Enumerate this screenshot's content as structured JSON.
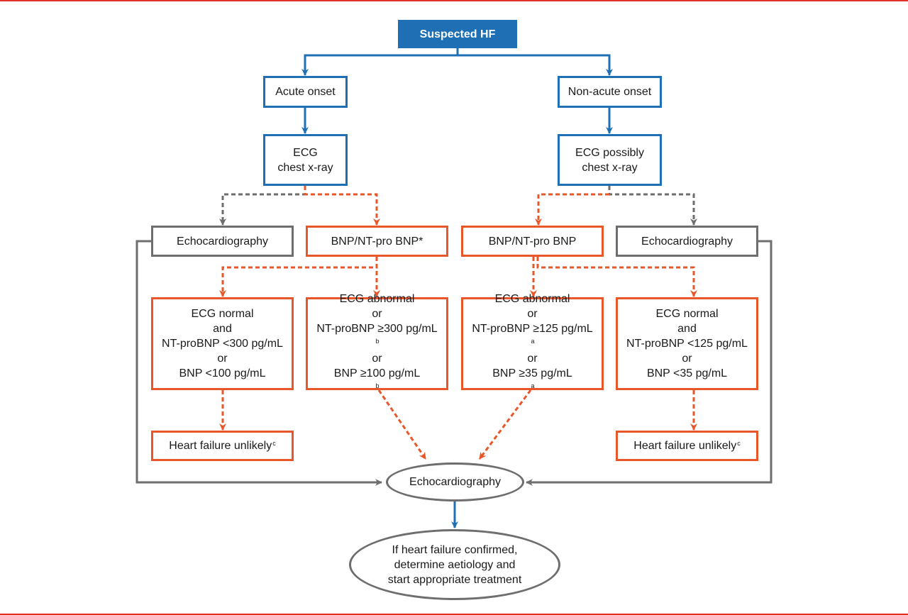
{
  "colors": {
    "blue": "#1f6fb4",
    "orange": "#e8572a",
    "grey": "#6e6e6e",
    "frame": "#e0312b"
  },
  "start": {
    "label": "Suspected HF"
  },
  "acute": {
    "onset": "Acute onset",
    "tests": [
      "ECG",
      "chest x-ray"
    ],
    "echo": "Echocardiography",
    "bnp": "BNP/NT-pro BNP*",
    "normal": [
      "ECG normal",
      "and",
      "NT-proBNP <300 pg/mL",
      "or",
      "BNP <100 pg/mL"
    ],
    "abnormal": [
      "ECG abnormal",
      "or",
      "NT-proBNP ≥300 pg/mL",
      "or",
      "BNP ≥100 pg/mL"
    ],
    "abnormal_sup": "b",
    "unlikely": "Heart failure unlikely",
    "unlikely_sup": "c"
  },
  "nonacute": {
    "onset": "Non-acute onset",
    "tests": [
      "ECG possibly",
      "chest x-ray"
    ],
    "echo": "Echocardiography",
    "bnp": "BNP/NT-pro BNP",
    "abnormal": [
      "ECG abnormal",
      "or",
      "NT-proBNP ≥125 pg/mL",
      "or",
      "BNP ≥35 pg/mL"
    ],
    "abnormal_sup": "a",
    "normal": [
      "ECG normal",
      "and",
      "NT-proBNP <125 pg/mL",
      "or",
      "BNP <35 pg/mL"
    ],
    "unlikely": "Heart failure unlikely",
    "unlikely_sup": "c"
  },
  "echo_center": "Echocardiography",
  "final": [
    "If heart failure confirmed,",
    "determine aetiology and",
    "start appropriate treatment"
  ]
}
